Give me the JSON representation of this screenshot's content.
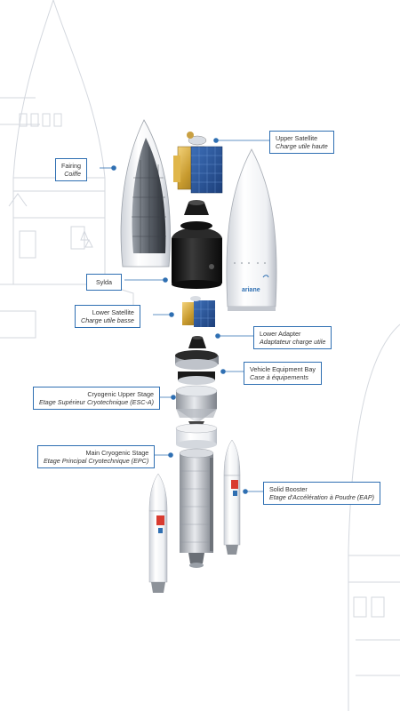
{
  "colors": {
    "accent": "#2f6fb2",
    "sketch": "#c9ced6",
    "fairing_white": "#f4f5f7",
    "dark_stage": "#1a1a1a"
  },
  "callouts": {
    "upper_satellite": {
      "en": "Upper Satellite",
      "fr": "Charge utile haute"
    },
    "fairing": {
      "en": "Fairing",
      "fr": "Coiffe"
    },
    "sylda": {
      "en": "Sylda",
      "fr": ""
    },
    "lower_satellite": {
      "en": "Lower Satellite",
      "fr": "Charge utile basse"
    },
    "lower_adapter": {
      "en": "Lower Adapter",
      "fr": "Adaptateur charge utile"
    },
    "vehicle_equipment_bay": {
      "en": "Vehicle Equipment Bay",
      "fr": "Case à équipements"
    },
    "cryogenic_upper_stage": {
      "en": "Cryogenic Upper Stage",
      "fr": "Etage Supérieur Cryotechnique (ESC-A)"
    },
    "main_cryogenic_stage": {
      "en": "Main Cryogenic Stage",
      "fr": "Etage Principal Cryotechnique (EPC)"
    },
    "solid_booster": {
      "en": "Solid Booster",
      "fr": "Etage d'Accélération à Poudre (EAP)"
    }
  },
  "fairing_logo": "ariane"
}
